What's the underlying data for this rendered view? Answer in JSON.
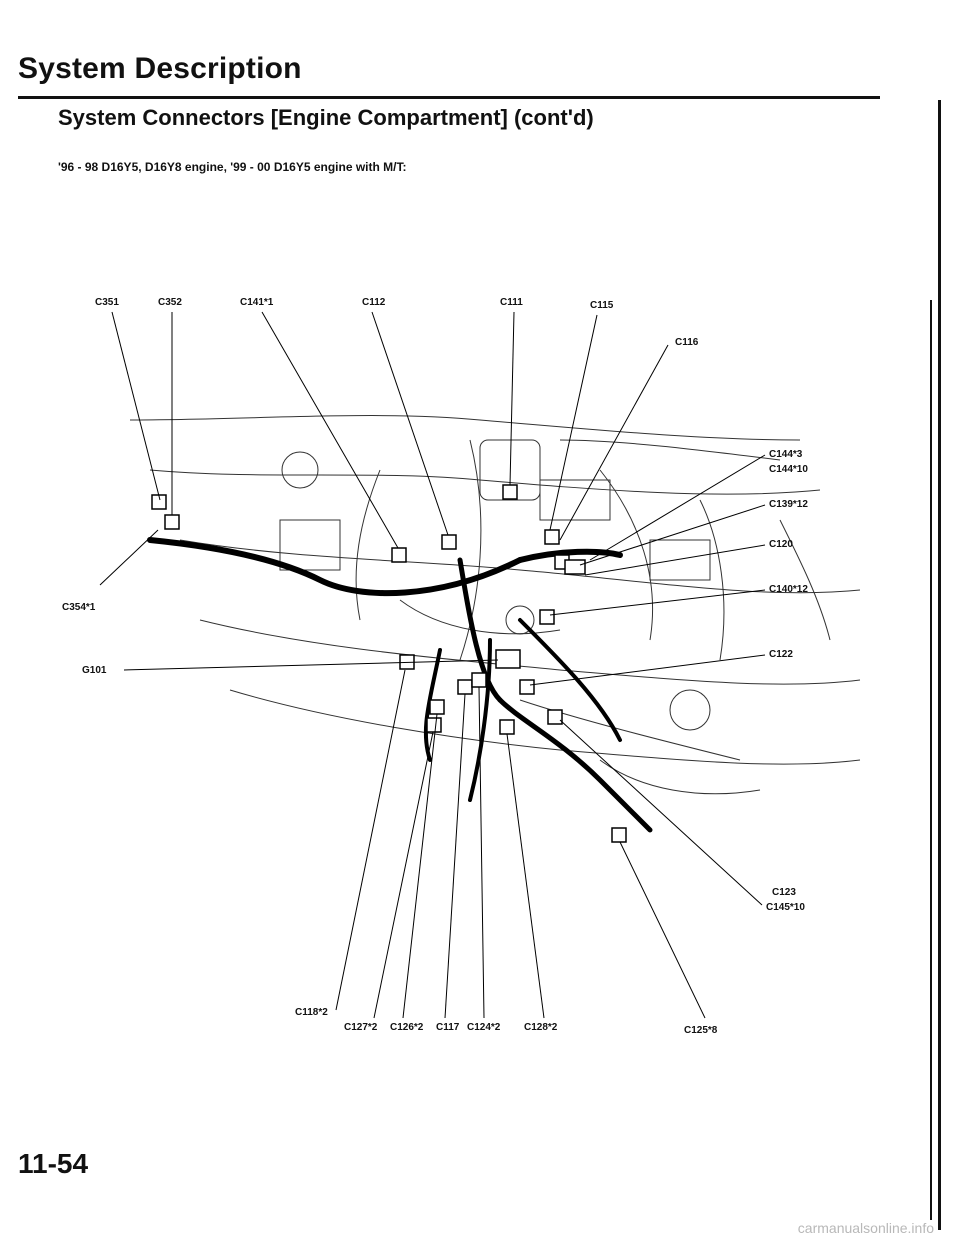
{
  "header": {
    "section_title": "System Description",
    "subtitle": "System Connectors [Engine Compartment] (cont'd)",
    "note": "'96 - 98 D16Y5, D16Y8 engine, '99 - 00 D16Y5 engine with M/T:"
  },
  "labels": {
    "c351": "C351",
    "c352": "C352",
    "c141": "C141*1",
    "c112": "C112",
    "c111": "C111",
    "c115": "C115",
    "c116": "C116",
    "c144a": "C144*3",
    "c144b": "C144*10",
    "c139": "C139*12",
    "c120": "C120",
    "c140": "C140*12",
    "c122": "C122",
    "c354": "C354*1",
    "g101": "G101",
    "c123": "C123",
    "c145": "C145*10",
    "c118": "C118*2",
    "c127": "C127*2",
    "c126": "C126*2",
    "c117": "C117",
    "c124": "C124*2",
    "c128": "C128*2",
    "c125": "C125*8"
  },
  "footer": {
    "page_number": "11-54",
    "watermark": "carmanualsonline.info"
  }
}
